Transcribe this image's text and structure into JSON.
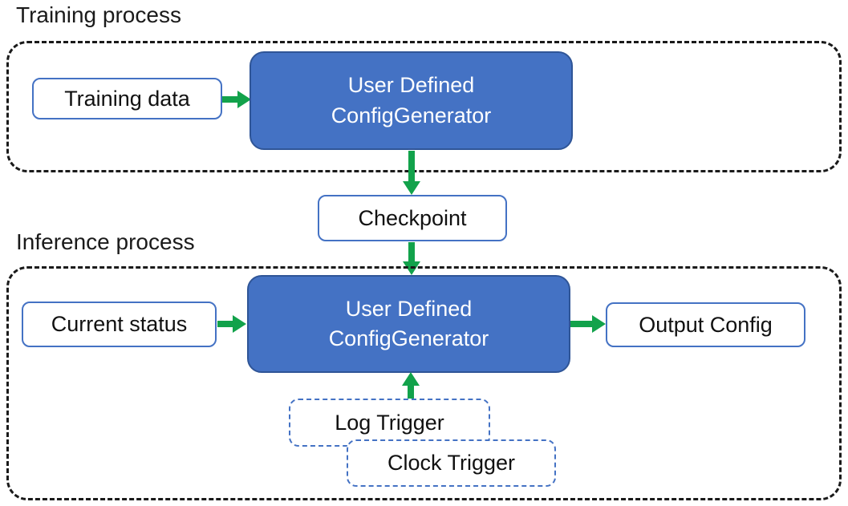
{
  "colors": {
    "node_fill_blue": "#4472C4",
    "node_border_blue_dark": "#2F5597",
    "light_node_border_blue": "#4472C4",
    "arrow_green": "#12A24B",
    "container_dash_black": "#1a1a1a",
    "text_dark": "#111111",
    "text_on_blue": "#FFFFFF"
  },
  "training": {
    "section_label": "Training process",
    "training_data_label": "Training data",
    "generator_line1": "User Defined",
    "generator_line2": "ConfigGenerator"
  },
  "checkpoint": {
    "label": "Checkpoint"
  },
  "inference": {
    "section_label": "Inference process",
    "current_status_label": "Current status",
    "generator_line1": "User Defined",
    "generator_line2": "ConfigGenerator",
    "output_config_label": "Output Config",
    "log_trigger_label": "Log Trigger",
    "clock_trigger_label": "Clock Trigger"
  }
}
